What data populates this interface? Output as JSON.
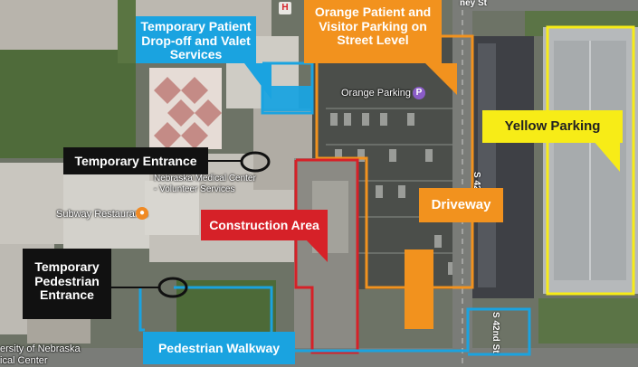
{
  "callouts": {
    "dropoff": "Temporary Patient Drop-off and Valet Services",
    "orange_parking": "Orange Patient and Visitor Parking on Street Level",
    "yellow_parking": "Yellow Parking",
    "temp_entrance": "Temporary Entrance",
    "construction": "Construction Area",
    "driveway": "Driveway",
    "ped_entrance": "Temporary Pedestrian Entrance",
    "walkway": "Pedestrian Walkway"
  },
  "map_labels": {
    "orange_parking": "Orange Parking",
    "parking_symbol": "P",
    "med_center_line1": "Nebraska Medical Center",
    "med_center_line2": "- Volunteer Services",
    "subway": "Subway Restaurants",
    "university_line1": "ersity of Nebraska",
    "university_line2": "ical Center",
    "hospital_symbol": "H",
    "street_top": "ney St",
    "street_42_a": "S 42nd St",
    "street_42_b": "S 42nd St"
  },
  "colors": {
    "blue": "#1aa3e0",
    "orange": "#f2921e",
    "yellow": "#f7ec17",
    "red": "#d62128",
    "black": "#111111"
  },
  "icons": {
    "parking": "parking-pin-icon",
    "restaurant": "fork-knife-pin-icon",
    "hospital": "hospital-icon",
    "entrance_marker": "entrance-circle-icon"
  }
}
